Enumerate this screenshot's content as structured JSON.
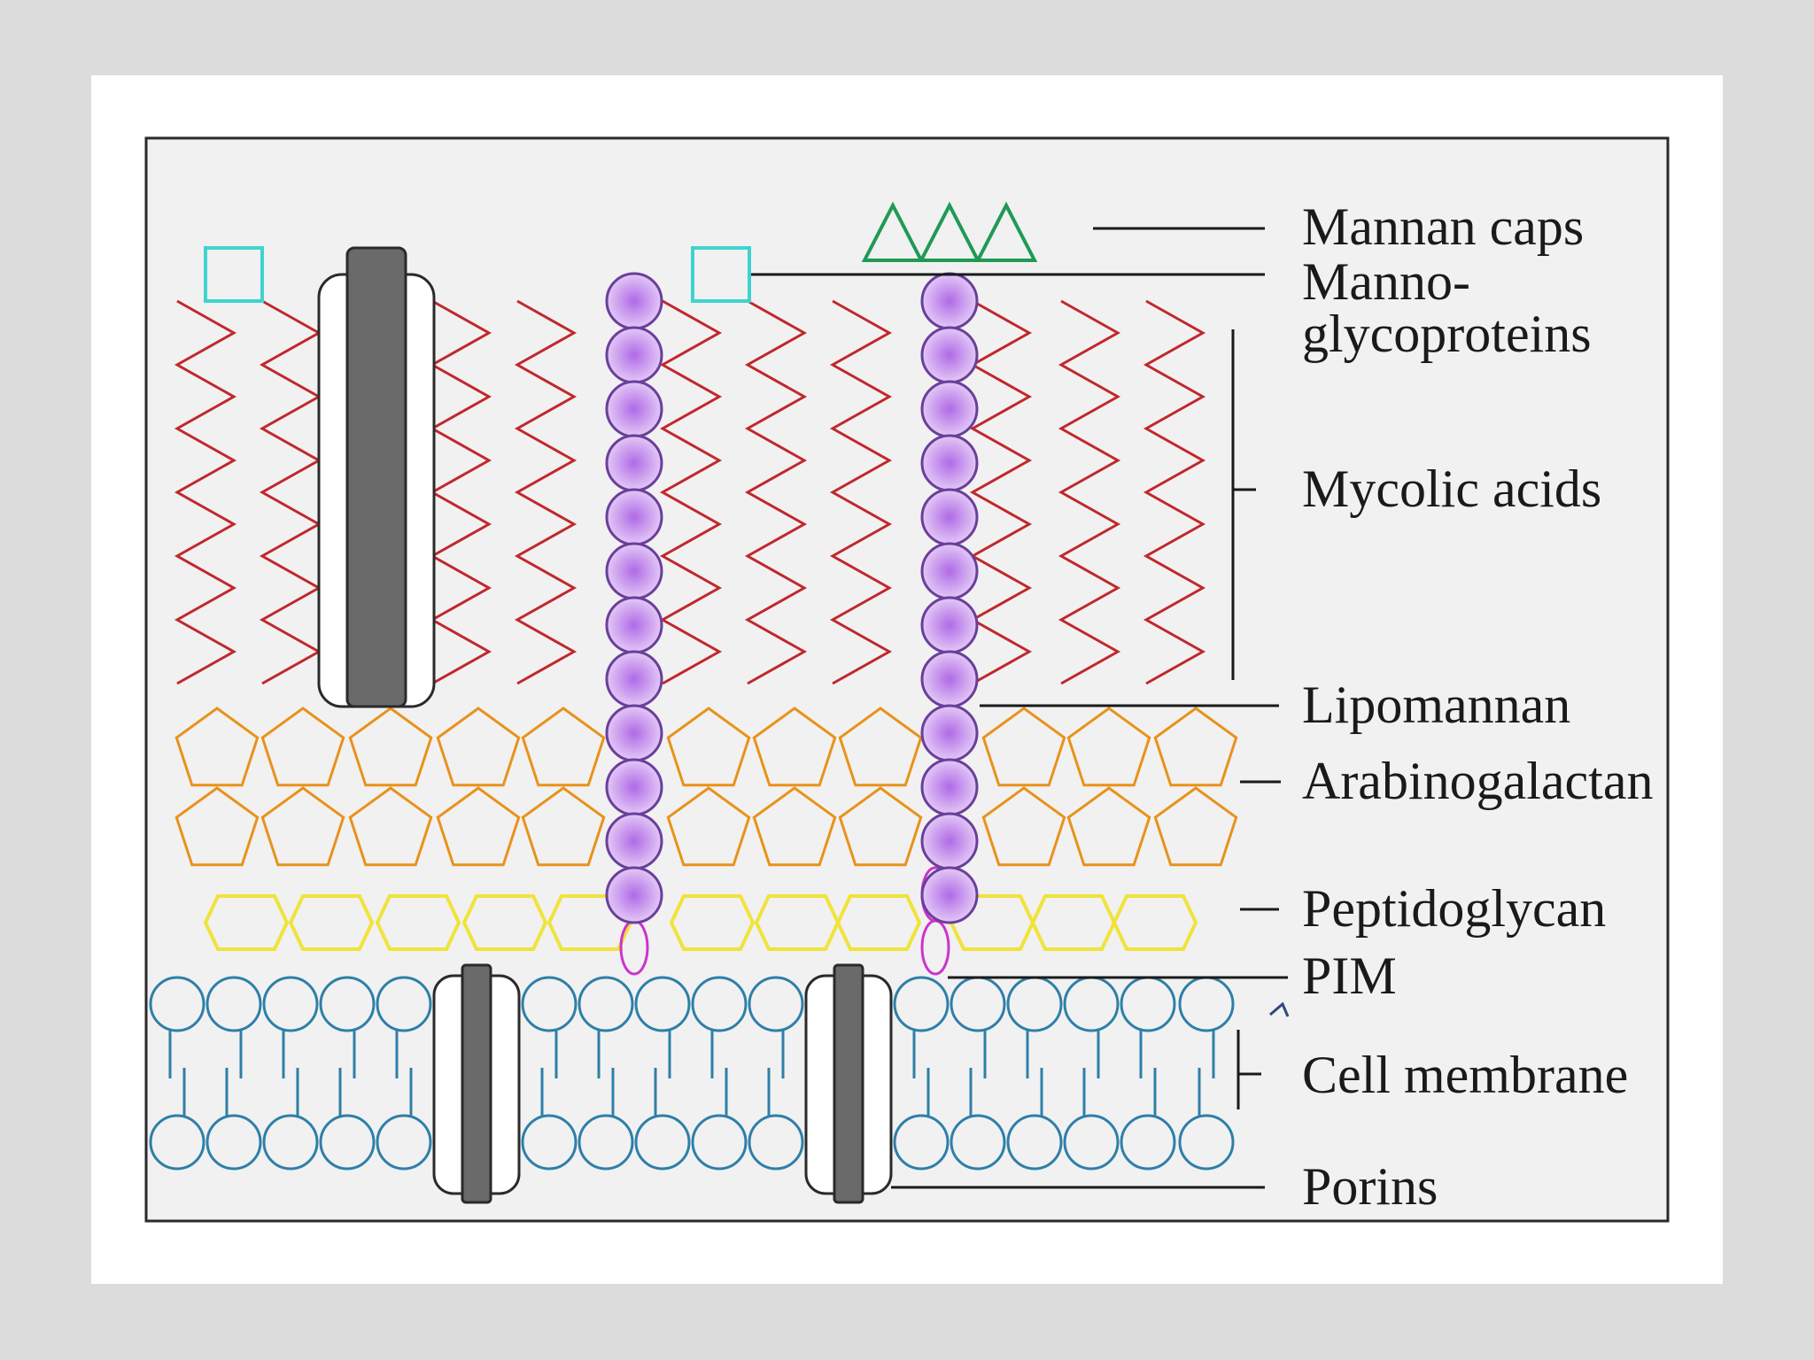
{
  "labels": {
    "mannan_caps": "Mannan  caps",
    "mannoglycoproteins_line1": "Manno-",
    "mannoglycoproteins_line2": "glycoproteins",
    "mycolic_acids": "Mycolic acids",
    "lipomannan": "Lipomannan",
    "arabinogalactan": "Arabinogalactan",
    "peptidoglycan": "Peptidoglycan",
    "pim": "PIM",
    "cell_membrane": "Cell membrane",
    "porins": "Porins"
  },
  "colors": {
    "mycolic": "#c0282d",
    "arabinogalactan": "#e8921a",
    "peptidoglycan": "#f0e33a",
    "membrane": "#2e7fa8",
    "mannan_cap": "#1f9a55",
    "mannoglyco_square": "#3fd3d0",
    "bead_stroke": "#6a3f9a",
    "pim": "#cc33cc",
    "porin_dark": "#6a6a6a",
    "panel_bg": "#f1f1f1",
    "frame": "#2a2a2a"
  }
}
